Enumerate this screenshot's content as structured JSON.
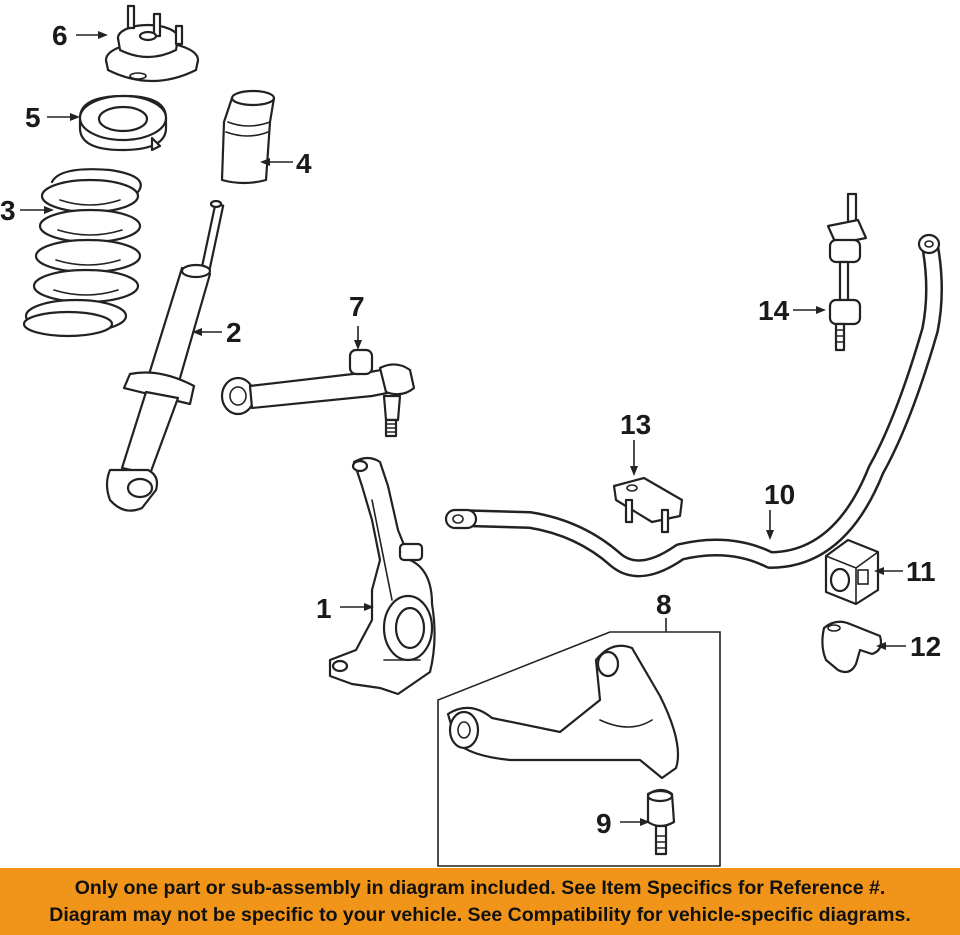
{
  "callouts": [
    "1",
    "2",
    "3",
    "4",
    "5",
    "6",
    "7",
    "8",
    "9",
    "10",
    "11",
    "12",
    "13",
    "14"
  ],
  "parts": [
    {
      "callout": "1",
      "icon": "steering-knuckle-icon"
    },
    {
      "callout": "2",
      "icon": "shock-absorber-icon"
    },
    {
      "callout": "3",
      "icon": "coil-spring-icon"
    },
    {
      "callout": "4",
      "icon": "bump-stop-boot-icon"
    },
    {
      "callout": "5",
      "icon": "spring-insulator-icon"
    },
    {
      "callout": "6",
      "icon": "upper-strut-mount-icon"
    },
    {
      "callout": "7",
      "icon": "upper-control-arm-icon"
    },
    {
      "callout": "8",
      "icon": "lower-control-arm-icon"
    },
    {
      "callout": "9",
      "icon": "ball-joint-icon"
    },
    {
      "callout": "10",
      "icon": "stabilizer-bar-icon"
    },
    {
      "callout": "11",
      "icon": "stabilizer-bushing-icon"
    },
    {
      "callout": "12",
      "icon": "bushing-bracket-icon"
    },
    {
      "callout": "13",
      "icon": "bracket-icon"
    },
    {
      "callout": "14",
      "icon": "stabilizer-link-icon"
    }
  ],
  "banner": {
    "line1": "Only one part or sub-assembly in diagram included. See Item Specifics for Reference #.",
    "line2": "Diagram may not be specific to your vehicle. See Compatibility for vehicle-specific diagrams."
  },
  "colors": {
    "banner_background": "#f0951a",
    "linework": "#222222"
  }
}
